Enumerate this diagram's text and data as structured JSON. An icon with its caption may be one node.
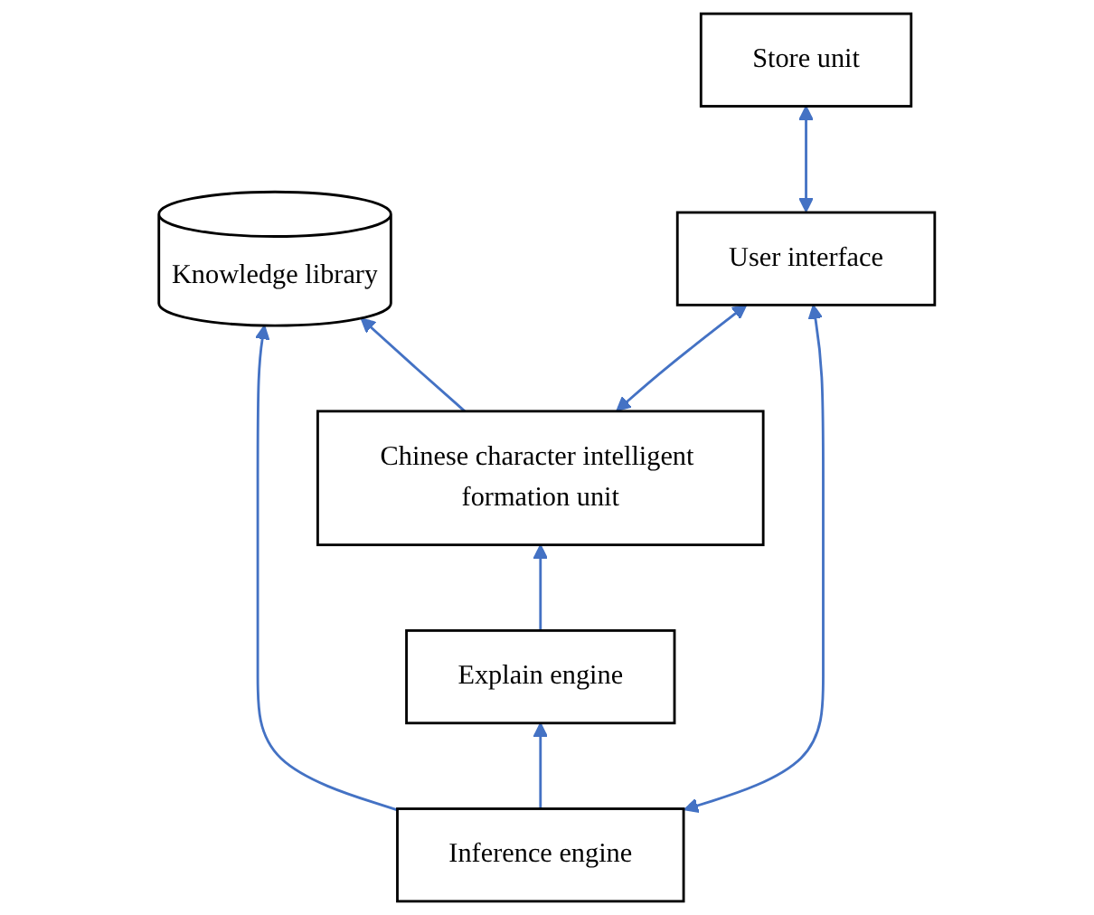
{
  "diagram": {
    "nodes": [
      {
        "text": [
          "Knowledge library"
        ]
      },
      {
        "text": [
          "Inference engine"
        ]
      },
      {
        "text": [
          "Explain engine"
        ]
      },
      {
        "text": [
          "Chinese character intelligent formation unit"
        ]
      },
      {
        "text": [
          "User interface"
        ]
      },
      {
        "text": [
          "Store unit"
        ]
      }
    ],
    "edges": [
      {
        "from": 1,
        "to": 0,
        "arrow": "to"
      },
      {
        "from": 3,
        "to": 0,
        "arrow": "to"
      },
      {
        "from": 1,
        "to": 2,
        "arrow": "to"
      },
      {
        "from": 2,
        "to": 3,
        "arrow": "to"
      },
      {
        "from": 1,
        "to": 4,
        "arrow": "both"
      },
      {
        "from": 3,
        "to": 4,
        "arrow": "both"
      },
      {
        "from": 4,
        "to": 5,
        "arrow": "both"
      }
    ]
  }
}
